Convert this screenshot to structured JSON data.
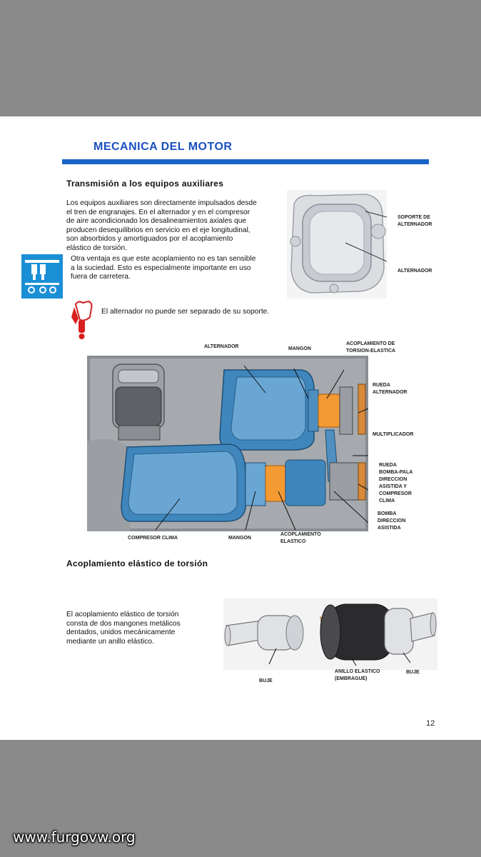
{
  "document": {
    "title": "MECANICA DEL MOTOR",
    "section1": {
      "heading": "Transmisión a los equipos auxiliares",
      "para1_lines": [
        "Los equipos auxiliares son directamente impulsados desde",
        "el tren de engranajes. En el alternador y en el compresor",
        "de aire acondicionado los desalineamientos axiales que",
        "producen desequilibrios en servicio en el eje longitudinal,",
        "son absorbidos y amortiguados por el acoplamiento",
        "elástico de torsión."
      ],
      "para2_lines": [
        "Otra ventaja es que este acoplamiento no es tan sensible",
        "a la suciedad. Esto es especialmente importante en uso",
        "fuera de carretera."
      ],
      "note": "El alternador no puede ser separado de su soporte.",
      "figure1_labels": {
        "soporte": [
          "SOPORTE DE",
          "ALTERNADOR"
        ],
        "alternador": "ALTERNADOR"
      }
    },
    "figure2_labels": {
      "alternador": "ALTERNADOR",
      "mangon_top": "MANGON",
      "acoplamiento_torsion": [
        "ACOPLAMIENTO DE",
        "TORSION-ELASTICA"
      ],
      "rueda_alternador": [
        "RUEDA",
        "ALTERNADOR"
      ],
      "multiplicador": "MULTIPLICADOR",
      "rueda_bomba": [
        "RUEDA",
        "BOMBA-PALA",
        "DIRECCION",
        "ASISTIDA Y",
        "COMPRESOR",
        "CLIMA"
      ],
      "bomba": [
        "BOMBA",
        "DIRECCION",
        "ASISTIDA"
      ],
      "compresor": "COMPRESOR CLIMA",
      "mangon_bottom": "MANGON",
      "acoplamiento_elastico": [
        "ACOPLAMIENTO",
        "ELASTICO"
      ]
    },
    "section2": {
      "heading": "Acoplamiento elástico de torsión",
      "para_lines": [
        "El acoplamiento elástico de torsión",
        "consta de dos mangones metálicos",
        "dentados, unidos mecánicamente",
        "mediante un anillo elástico."
      ],
      "figure3_labels": {
        "buje_left": "BUJE",
        "anillo": [
          "ANILLO ELASTICO",
          "(EMBRAGUE)"
        ],
        "buje_right": "BUJE"
      }
    },
    "page_number": "12"
  },
  "watermark": "www.furgovw.org",
  "colors": {
    "title_blue": "#1a4fbf",
    "rule_blue": "#1a63c6",
    "part_blue": "#3f86bd",
    "coupling_orange": "#f39a33",
    "backdrop_gray": "#8a8a8a"
  },
  "icons": [
    "engine-section-icon",
    "warning-hand-icon"
  ]
}
